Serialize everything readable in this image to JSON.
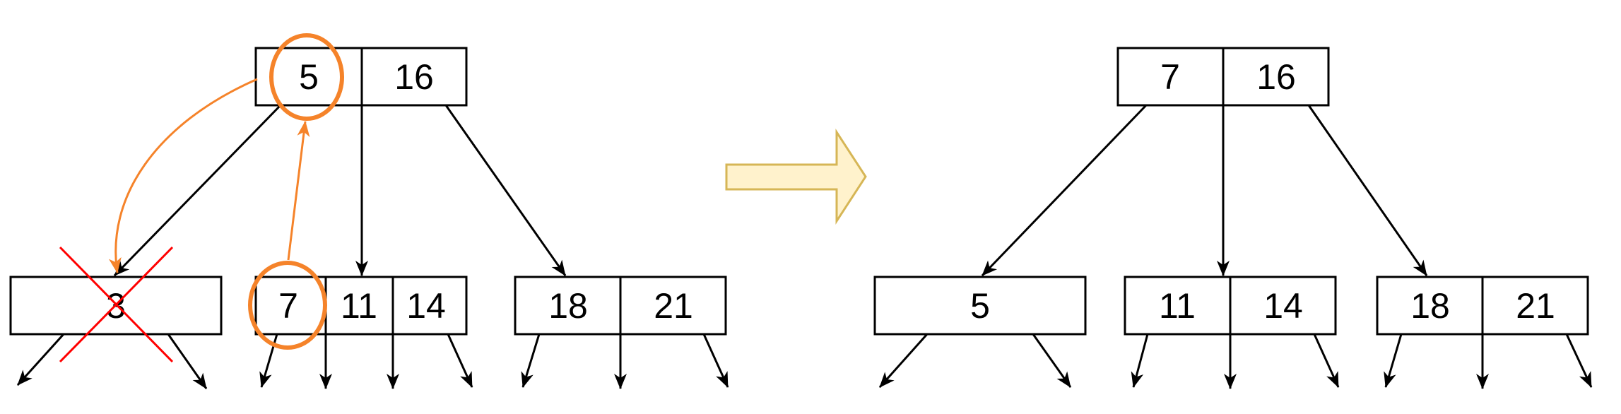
{
  "colors": {
    "stroke": "#000000",
    "highlight": "#f5832a",
    "delete_mark": "#ff0000",
    "transition_fill": "#fff2cc",
    "transition_stroke": "#d6b656"
  },
  "before": {
    "root": {
      "keys": [
        "5",
        "16"
      ]
    },
    "left": {
      "keys": [
        "3"
      ]
    },
    "middle": {
      "keys": [
        "7",
        "11",
        "14"
      ]
    },
    "right": {
      "keys": [
        "18",
        "21"
      ]
    }
  },
  "after": {
    "root": {
      "keys": [
        "7",
        "16"
      ]
    },
    "left": {
      "keys": [
        "5"
      ]
    },
    "middle": {
      "keys": [
        "11",
        "14"
      ]
    },
    "right": {
      "keys": [
        "18",
        "21"
      ]
    }
  }
}
